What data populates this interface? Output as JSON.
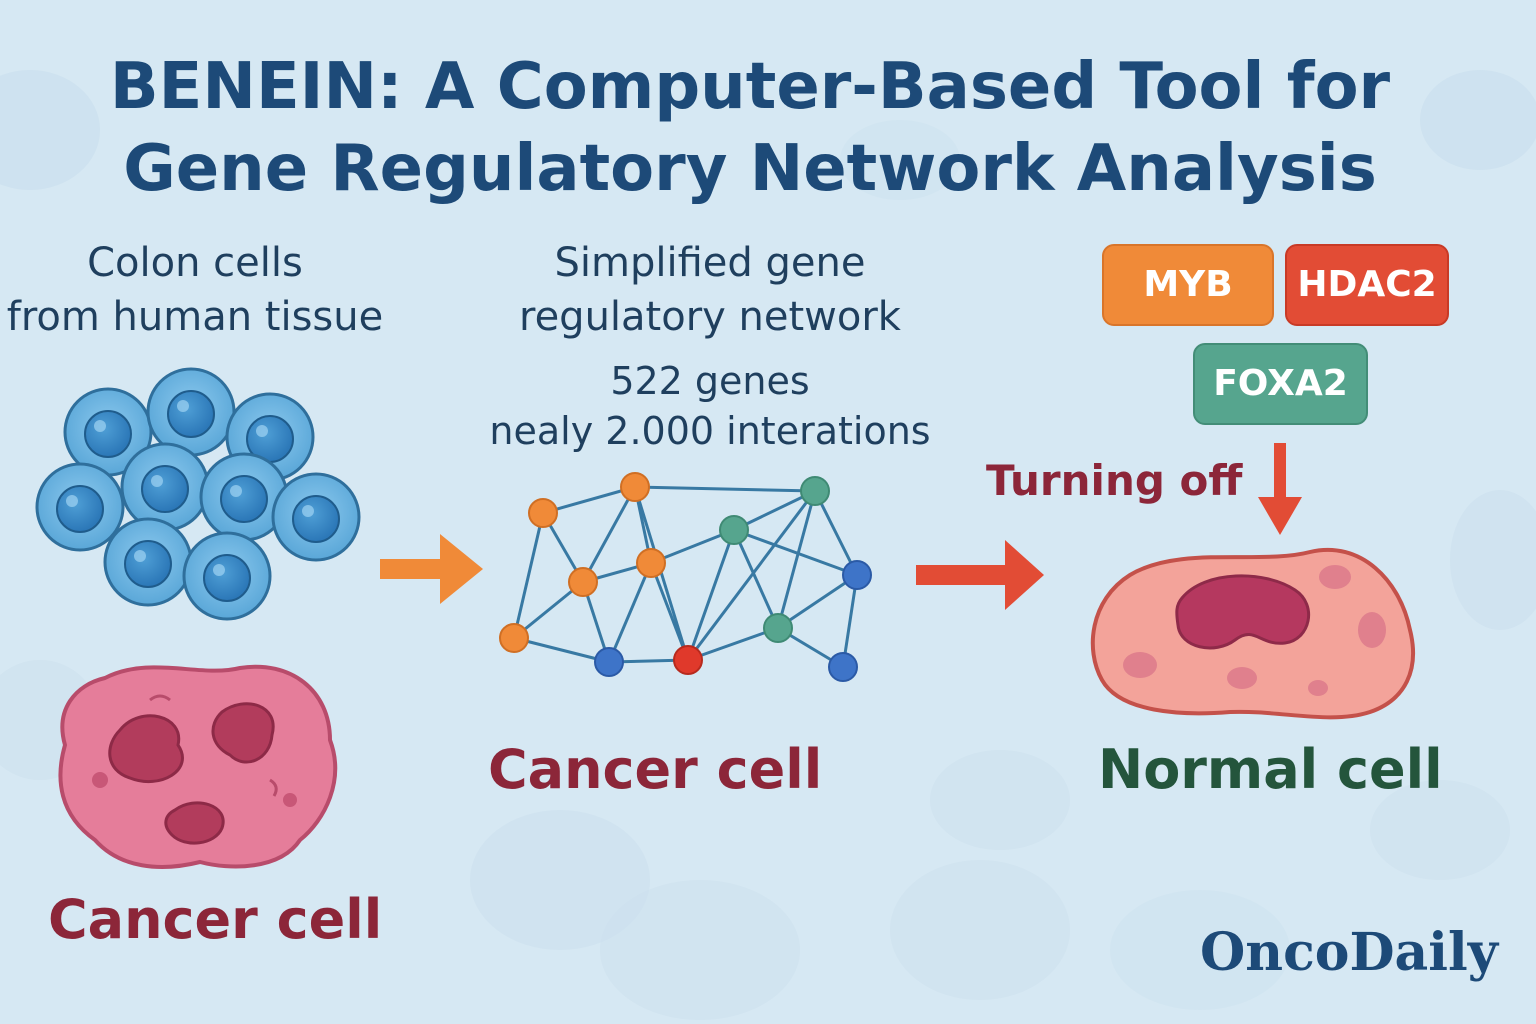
{
  "title": {
    "line1": "BENEIN: A Computer-Based Tool for",
    "line2": "Gene Regulatory Network Analysis"
  },
  "left_panel": {
    "caption_line1": "Colon cells",
    "caption_line2": "from human tissue",
    "cancer_label": "Cancer cell"
  },
  "middle_panel": {
    "caption_line1": "Simplified gene",
    "caption_line2": "regulatory network",
    "stats_line1": "522 genes",
    "stats_line2": "nealy 2.000 interations",
    "cell_label": "Cancer cell"
  },
  "right_panel": {
    "genes": [
      "MYB",
      "HDAC2",
      "FOXA2"
    ],
    "action_label": "Turning off",
    "cell_label": "Normal cell"
  },
  "brand": "OncoDaily",
  "colors": {
    "background": "#d6e8f3",
    "title": "#1d4a78",
    "cancer_text": "#8c2639",
    "normal_text": "#24553c",
    "healthy_cell": "#5aa7d8",
    "cancer_cell": "#e57d9a",
    "normal_cell": "#f3a39a",
    "node_orange": "#f08a38",
    "node_teal": "#56a58e",
    "node_blue": "#3e74c8",
    "node_red": "#e0392b",
    "edge": "#3879a3"
  }
}
